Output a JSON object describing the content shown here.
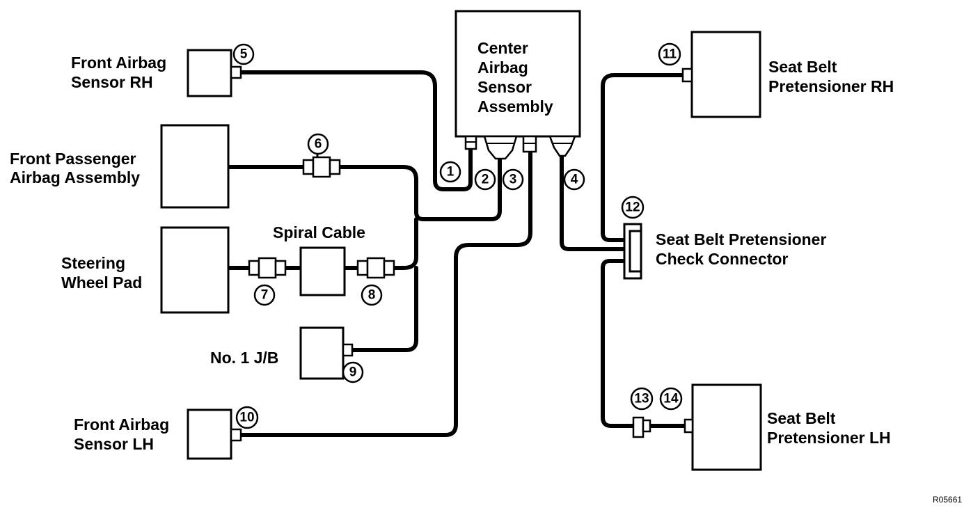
{
  "components": {
    "center_sensor": [
      "Center",
      "Airbag",
      "Sensor",
      "Assembly"
    ],
    "front_airbag_sensor_rh": [
      "Front Airbag",
      "Sensor RH"
    ],
    "front_passenger_airbag": [
      "Front Passenger",
      "Airbag Assembly"
    ],
    "steering_wheel_pad": [
      "Steering",
      "Wheel Pad"
    ],
    "spiral_cable": "Spiral Cable",
    "junction_block": "No. 1 J/B",
    "front_airbag_sensor_lh": [
      "Front Airbag",
      "Sensor LH"
    ],
    "seat_belt_pretensioner_rh": [
      "Seat Belt",
      "Pretensioner RH"
    ],
    "seat_belt_check_connector": [
      "Seat Belt Pretensioner",
      "Check Connector"
    ],
    "seat_belt_pretensioner_lh": [
      "Seat Belt",
      "Pretensioner LH"
    ]
  },
  "connector_numbers": [
    "1",
    "2",
    "3",
    "4",
    "5",
    "6",
    "7",
    "8",
    "9",
    "10",
    "11",
    "12",
    "13",
    "14"
  ],
  "reference_code": "R05661"
}
